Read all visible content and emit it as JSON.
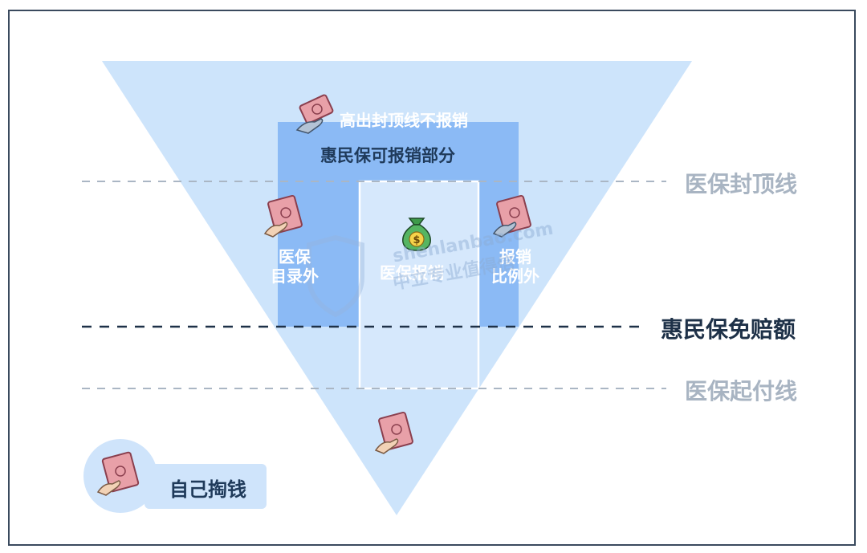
{
  "lines": {
    "cap": "医保封顶线",
    "deductible_hmb": "惠民保免赔额",
    "threshold": "医保起付线"
  },
  "regions": {
    "box_title": "惠民保可报销部分",
    "over_cap": "高出封顶线不报销",
    "outside_catalog": [
      "医保",
      "目录外"
    ],
    "outside_ratio": [
      "报销",
      "比例外"
    ],
    "medical_reimburse": "医保报销"
  },
  "legend": {
    "label": "自己掏钱",
    "icon": "cash-in-hand-icon"
  },
  "watermark": {
    "domain": "shenlanbao.com",
    "text": "中立专业值得信"
  },
  "colors": {
    "triangle": "#cde4fb",
    "box": "#7fb3f3",
    "line_muted": "#aab6c4",
    "line_strong": "#1e3148",
    "money": "#e8a0a8"
  }
}
